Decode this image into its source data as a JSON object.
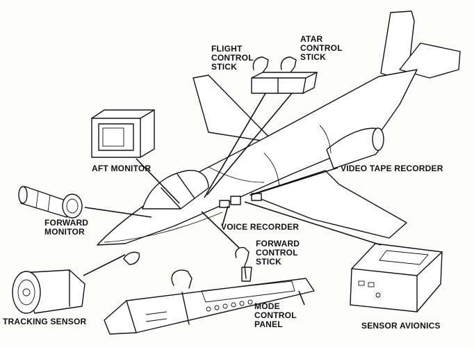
{
  "labels": {
    "flight_control_stick": [
      "FLIGHT",
      "CONTROL",
      "STICK"
    ],
    "atar_control_stick": [
      "ATAR",
      "CONTROL",
      "STICK"
    ],
    "aft_monitor": [
      "AFT MONITOR"
    ],
    "video_tape_recorder": [
      "VIDEO TAPE RECORDER"
    ],
    "forward_monitor": [
      "FORWARD",
      "MONITOR"
    ],
    "voice_recorder": [
      "VOICE RECORDER"
    ],
    "forward_control_stick": [
      "FORWARD",
      "CONTROL",
      "STICK"
    ],
    "mode_control_panel": [
      "MODE",
      "CONTROL",
      "PANEL"
    ],
    "tracking_sensor": [
      "TRACKING SENSOR"
    ],
    "sensor_avionics": [
      "SENSOR AVIONICS"
    ]
  }
}
